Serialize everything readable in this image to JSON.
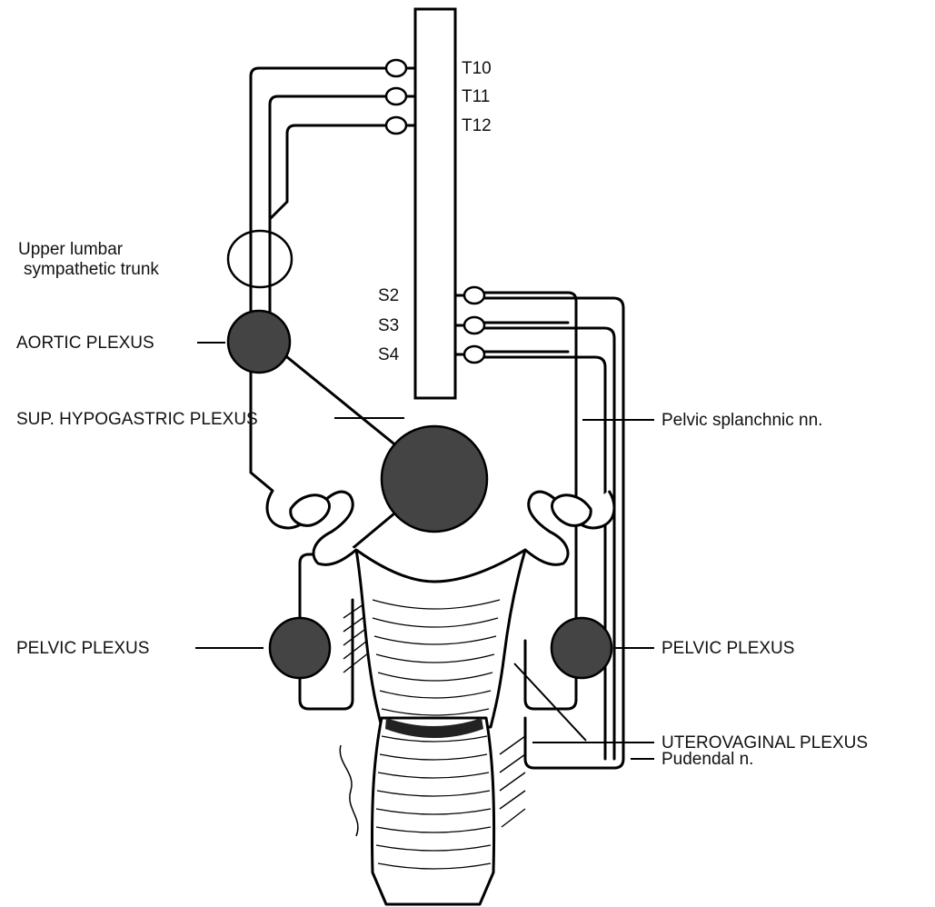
{
  "spinal_levels": {
    "t10": "T10",
    "t11": "T11",
    "t12": "T12",
    "s2": "S2",
    "s3": "S3",
    "s4": "S4"
  },
  "labels": {
    "upper_lumbar_line1": "Upper lumbar",
    "upper_lumbar_line2": "sympathetic trunk",
    "aortic_plexus": "AORTIC PLEXUS",
    "sup_hypogastric_plexus": "SUP. HYPOGASTRIC PLEXUS",
    "pelvic_splanchnic": "Pelvic splanchnic nn.",
    "pelvic_plexus_left": "PELVIC PLEXUS",
    "pelvic_plexus_right": "PELVIC PLEXUS",
    "uterovaginal_plexus": "UTEROVAGINAL PLEXUS",
    "pudendal": "Pudendal n."
  },
  "colors": {
    "plexus_fill": "#444444",
    "line": "#000000",
    "background": "#ffffff"
  }
}
